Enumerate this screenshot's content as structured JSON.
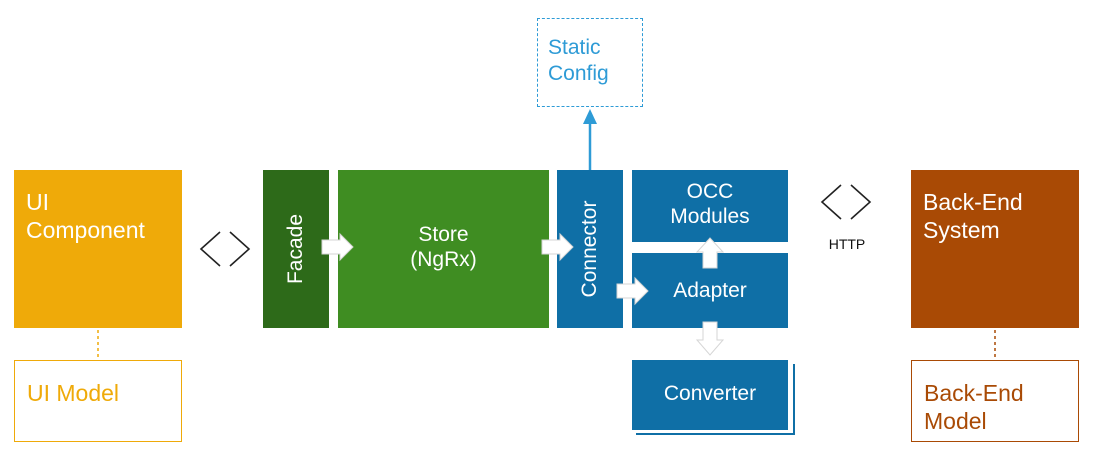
{
  "left": {
    "component_line1": "UI",
    "component_line2": "Component",
    "model": "UI Model"
  },
  "middle": {
    "facade": "Facade",
    "store_line1": "Store",
    "store_line2": "(NgRx)",
    "connector": "Connector",
    "occ_line1": "OCC",
    "occ_line2": "Modules",
    "adapter": "Adapter",
    "converter": "Converter",
    "static_line1": "Static",
    "static_line2": "Config"
  },
  "right": {
    "system_line1": "Back-End",
    "system_line2": "System",
    "model_line1": "Back-End",
    "model_line2": "Model",
    "http": "HTTP"
  },
  "colors": {
    "ui_orange": "#EFAA09",
    "backend_brown": "#A94A05",
    "facade_dark_green": "#2D6A19",
    "store_green": "#3F8D22",
    "connector_blue": "#0F6FA6",
    "static_config_blue": "#2E9BD6"
  }
}
